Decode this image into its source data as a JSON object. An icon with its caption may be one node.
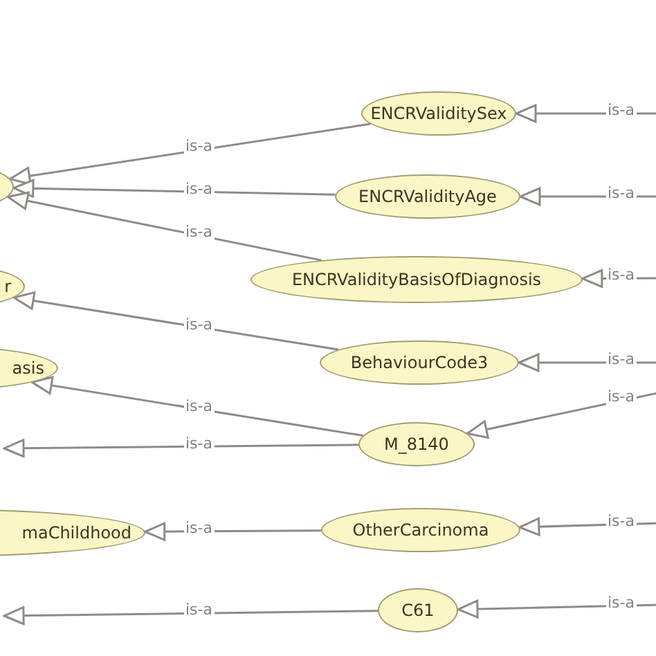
{
  "diagram": {
    "nodes": [
      {
        "text": [],
        "shape": "ellipse"
      },
      {
        "text": [
          "r"
        ]
      },
      {
        "text": [
          "asis"
        ]
      },
      {
        "text": [
          "maChildhood"
        ]
      },
      {
        "text": [
          "ENCRValiditySex"
        ]
      },
      {
        "text": [
          "ENCRValidityAge"
        ]
      },
      {
        "text": [
          "ENCRValidityBasisOfDiagnosis"
        ]
      },
      {
        "text": [
          "BehaviourCode3"
        ]
      },
      {
        "text": [
          "M_8140"
        ]
      },
      {
        "text": [
          "OtherCarcinoma"
        ]
      },
      {
        "text": [
          "C61"
        ]
      }
    ],
    "edges": [
      {
        "from": 4,
        "to": 0,
        "arrow": "to",
        "label": "is-a"
      },
      {
        "from": 5,
        "to": 0,
        "arrow": "to",
        "label": "is-a"
      },
      {
        "from": 6,
        "to": 0,
        "arrow": "to",
        "label": "is-a"
      },
      {
        "from": 7,
        "to": 1,
        "arrow": "to",
        "label": "is-a"
      },
      {
        "from": 8,
        "to": 2,
        "arrow": "to",
        "label": "is-a"
      },
      {
        "from": 8,
        "to": null,
        "arrow": "to",
        "label": "is-a"
      },
      {
        "from": 9,
        "to": 3,
        "arrow": "to",
        "label": "is-a"
      },
      {
        "from": 10,
        "to": null,
        "arrow": "to",
        "label": "is-a"
      },
      {
        "from": null,
        "to": 4,
        "arrow": "to",
        "label": "is-a"
      },
      {
        "from": null,
        "to": 5,
        "arrow": "to",
        "label": "is-a"
      },
      {
        "from": null,
        "to": 6,
        "arrow": "to",
        "label": "is-a"
      },
      {
        "from": null,
        "to": 7,
        "arrow": "to",
        "label": "is-a"
      },
      {
        "from": null,
        "to": 8,
        "arrow": "to",
        "label": "is-a"
      },
      {
        "from": null,
        "to": 9,
        "arrow": "to",
        "label": "is-a"
      },
      {
        "from": null,
        "to": 10,
        "arrow": "to",
        "label": "is-a"
      }
    ]
  }
}
